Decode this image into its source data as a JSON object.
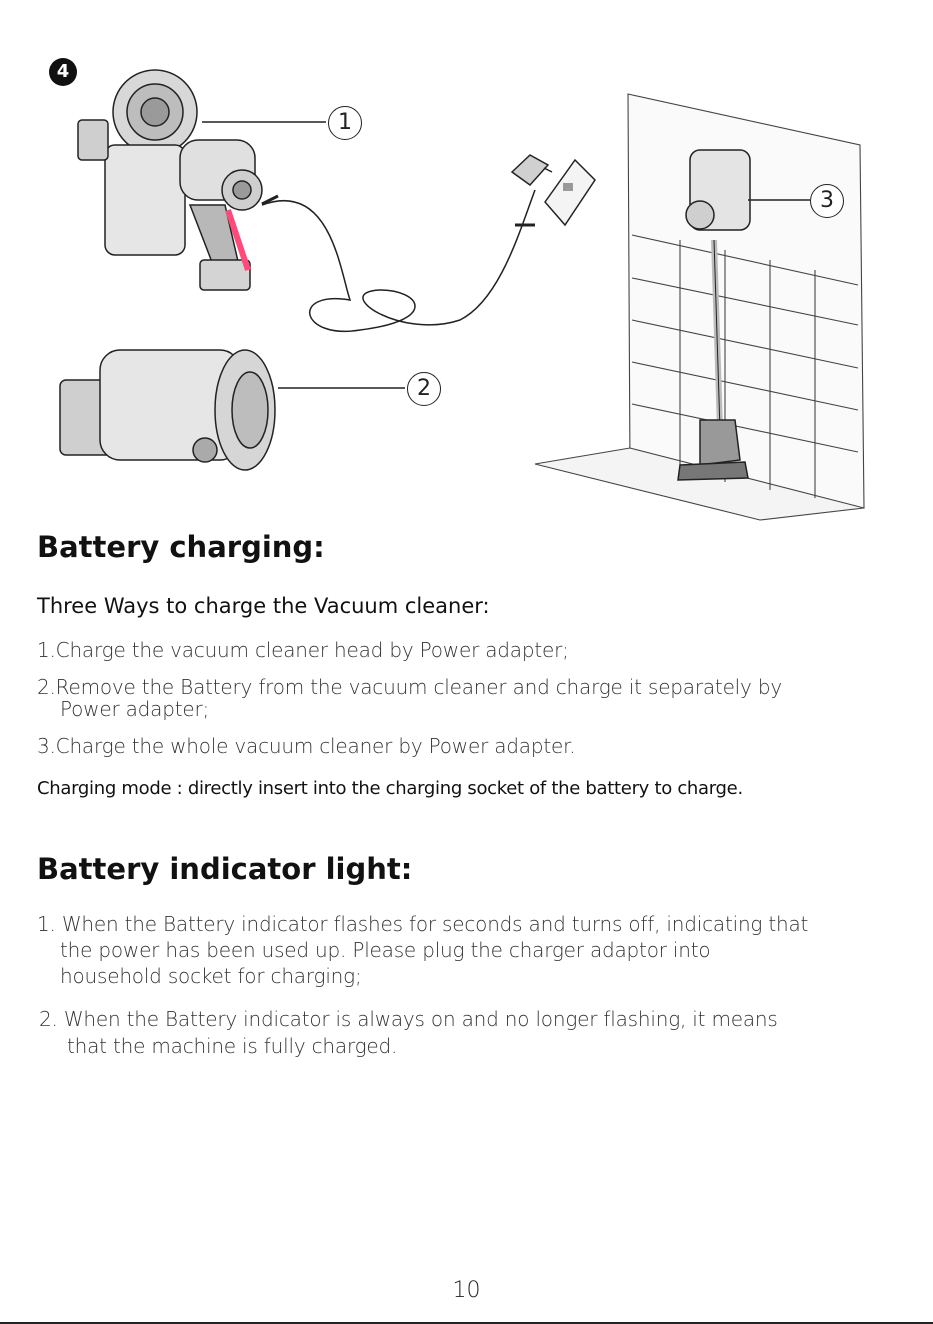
{
  "illustration": {
    "step_number": "4",
    "callouts": [
      "1",
      "2",
      "3"
    ]
  },
  "battery_charging": {
    "heading": "Battery charging:",
    "subheading": "Three Ways to charge the Vacuum cleaner:",
    "items": [
      {
        "line1": "1.Charge the vacuum cleaner head by Power adapter;"
      },
      {
        "line1": "2.Remove the Battery from the vacuum cleaner and charge it separately by",
        "line2": "Power adapter;"
      },
      {
        "line1": "3.Charge the whole vacuum cleaner by Power adapter."
      }
    ],
    "charging_mode": "Charging mode : directly insert into the charging socket of the battery to charge."
  },
  "battery_indicator": {
    "heading": "Battery indicator light:",
    "items": [
      {
        "line1": "1. When the Battery indicator flashes for seconds and turns off, indicating that",
        "line2": "the power has been used up. Please plug the charger adaptor into",
        "line3": "household socket for charging;"
      },
      {
        "line1": "2. When the Battery indicator is always on and no longer flashing, it means",
        "line2": "that the machine is fully charged."
      }
    ]
  },
  "page_number": "10"
}
